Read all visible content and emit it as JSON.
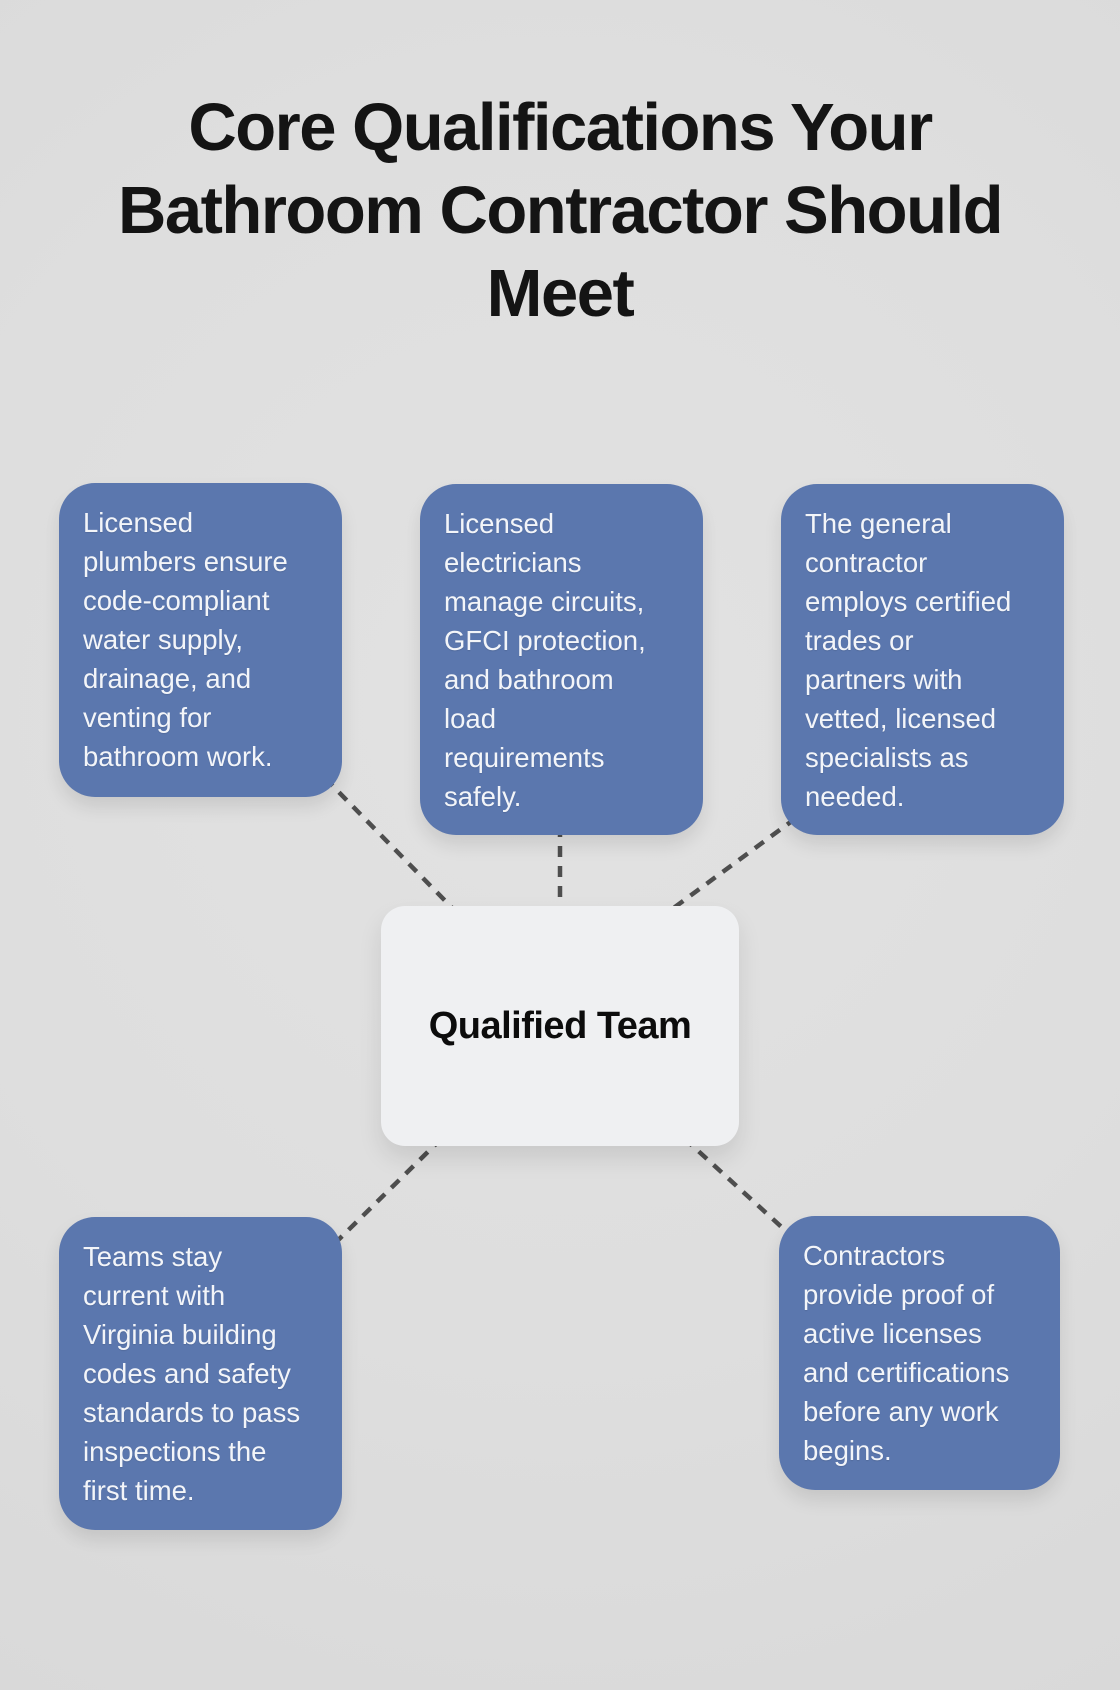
{
  "title": "Core Qualifications Your\nBathroom Contractor Should\nMeet",
  "center_node": {
    "label": "Qualified Team"
  },
  "cards": [
    {
      "name": "licensed-plumbers",
      "text": "Licensed\nplumbers ensure\ncode-compliant\nwater supply,\ndrainage, and\nventing for\nbathroom work."
    },
    {
      "name": "licensed-electricians",
      "text": "Licensed\nelectricians\nmanage circuits,\nGFCI protection,\nand bathroom\nload\nrequirements\nsafely."
    },
    {
      "name": "general-contractor",
      "text": "The general\ncontractor\nemploys certified\ntrades or\npartners with\nvetted, licensed\nspecialists as\nneeded."
    },
    {
      "name": "code-compliance",
      "text": "Teams stay\ncurrent with\nVirginia building\ncodes and safety\nstandards to pass\ninspections the\nfirst time."
    },
    {
      "name": "license-proof",
      "text": "Contractors\nprovide proof of\nactive licenses\nand certifications\nbefore any work\nbegins."
    }
  ],
  "colors": {
    "background": "#dedede",
    "card_fill": "#5b77ae",
    "card_text": "#f3f5f9",
    "center_fill": "#eff0f2",
    "center_text": "#0c0c0c",
    "title_text": "#141414",
    "connector": "#4e4e4e"
  }
}
